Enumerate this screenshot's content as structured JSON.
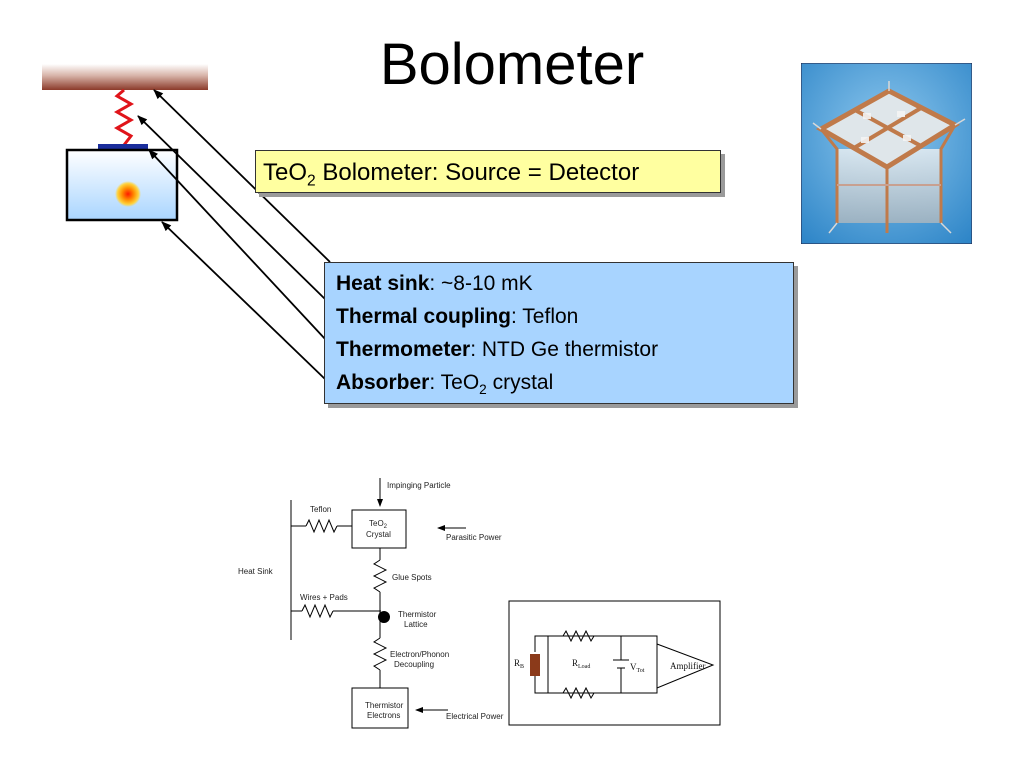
{
  "title": "Bolometer",
  "callout_top": {
    "prefix": "TeO",
    "sub": "2",
    "suffix": " Bolometer: Source = Detector"
  },
  "callout_info": {
    "heat_sink_label": "Heat sink",
    "heat_sink_value": ": ~8-10 mK",
    "coupling_label": "Thermal coupling",
    "coupling_value": ": Teflon",
    "thermometer_label": "Thermometer",
    "thermometer_value": ": NTD Ge thermistor",
    "absorber_label": "Absorber",
    "absorber_value_prefix": ": TeO",
    "absorber_sub": "2",
    "absorber_value_suffix": " crystal"
  },
  "thermal_diagram": {
    "impinging": "Impinging Particle",
    "teflon": "Teflon",
    "crystal_line1": "TeO",
    "crystal_sub": "2",
    "crystal_line2": "Crystal",
    "parasitic": "Parasitic Power",
    "heat_sink": "Heat Sink",
    "glue": "Glue Spots",
    "wires": "Wires + Pads",
    "thermistor_lattice_1": "Thermistor",
    "thermistor_lattice_2": "Lattice",
    "decoupling_1": "Electron/Phonon",
    "decoupling_2": "Decoupling",
    "electrons_1": "Thermistor",
    "electrons_2": "Electrons",
    "electrical": "Electrical Power"
  },
  "circuit": {
    "rb": "R",
    "rb_sub": "B",
    "rload": "R",
    "rload_sub": "Load",
    "vtot": "V",
    "vtot_sub": "Tot",
    "amplifier": "Amplifier"
  },
  "colors": {
    "heat_sink_bar": "#8b3a2a",
    "spring": "#e0141a",
    "absorber_fill": "#a9d5ff",
    "thermometer": "#1a2d9c",
    "callout_yellow": "#ffffa0",
    "callout_blue": "#a8d4ff"
  }
}
